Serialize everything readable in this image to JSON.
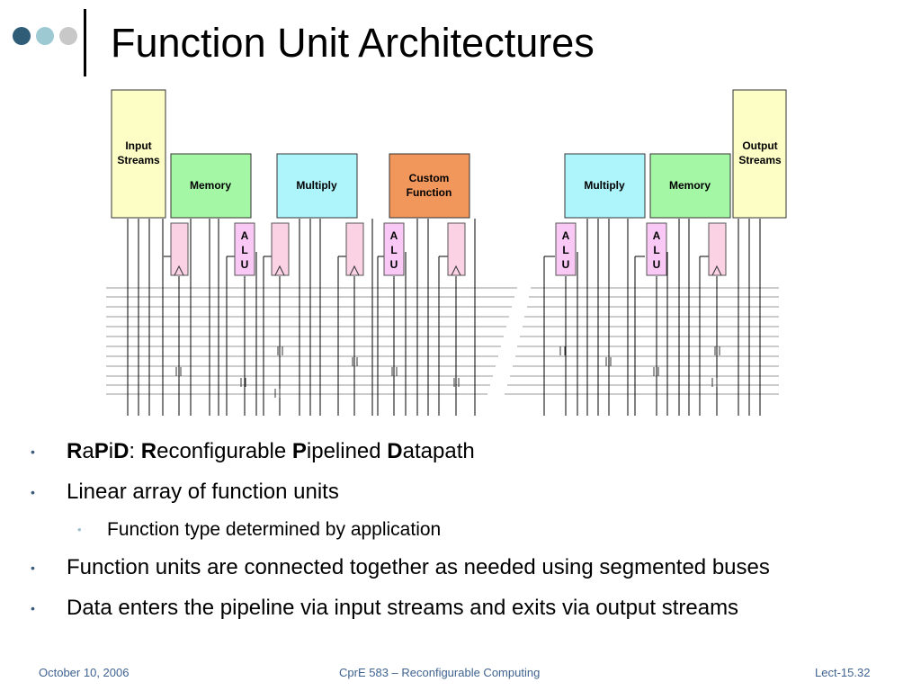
{
  "theme": {
    "dot_colors": [
      "#2f5d78",
      "#9cc9d2",
      "#c8c8c8"
    ],
    "accent": "#3f6390"
  },
  "slide": {
    "title": "Function Unit Architectures"
  },
  "diagram": {
    "input_streams": [
      "Input",
      "Streams"
    ],
    "output_streams": [
      "Output",
      "Streams"
    ],
    "memory": "Memory",
    "multiply": "Multiply",
    "custom": [
      "Custom",
      "Function"
    ],
    "alu": [
      "A",
      "L",
      "U"
    ],
    "colors": {
      "io": "#fdfdc6",
      "memory": "#a4f7a4",
      "multiply": "#aef4fb",
      "custom": "#f1975b",
      "alu": "#f9c8f5",
      "register": "#fbd1e4"
    }
  },
  "bullets": {
    "b1": {
      "r": "R",
      "a": "a",
      "p": "P",
      "i": "i",
      "d": "D",
      "colon": ": ",
      "w1b": "R",
      "w1": "econfigurable ",
      "w2b": "P",
      "w2": "ipelined ",
      "w3b": "D",
      "w3": "atapath"
    },
    "b2": "Linear array of function units",
    "b2_sub": "Function type determined by application",
    "b3": "Function units are connected together as needed using segmented buses",
    "b4": "Data enters the pipeline via input streams and exits via output streams",
    "marker": "•"
  },
  "footer": {
    "date": "October 10, 2006",
    "course": "CprE 583 – Reconfigurable Computing",
    "slide_no": "Lect-15.32"
  }
}
